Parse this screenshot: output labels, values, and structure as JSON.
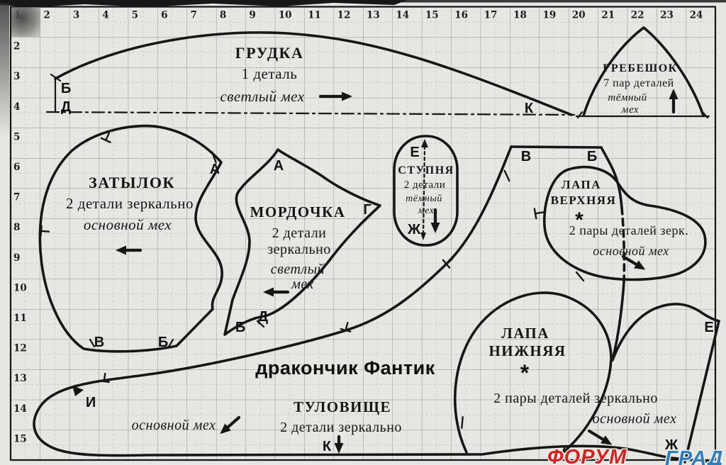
{
  "colors": {
    "ink": "#161615",
    "paper": "#e7e6e2",
    "grid_major": "#8f8f8c",
    "grid_minor": "#c6c5c1",
    "watermark_red": "#d92020",
    "watermark_blue": "#2e7fc1"
  },
  "paper": {
    "column_numbers": [
      "1",
      "2",
      "3",
      "4",
      "5",
      "6",
      "7",
      "8",
      "9",
      "10",
      "11",
      "12",
      "13",
      "14",
      "15",
      "16",
      "17",
      "18",
      "19",
      "20",
      "21",
      "22",
      "23",
      "24"
    ],
    "row_numbers": [
      "1",
      "2",
      "3",
      "4",
      "5",
      "6",
      "7",
      "8",
      "9",
      "10",
      "11",
      "12",
      "13",
      "14",
      "15"
    ]
  },
  "title": "дракончик Фантик",
  "watermark": {
    "word1": "ФОРУМ",
    "word2": "ГРАД"
  },
  "pieces": {
    "grudka": {
      "name": "ГРУДКА",
      "quantity": "1 деталь",
      "fur": "светлый мех"
    },
    "grebeshok": {
      "name": "ГРЕБЕШОК",
      "quantity": "7 пар деталей",
      "fur_line1": "тёмный",
      "fur_line2": "мех"
    },
    "zatylok": {
      "name": "ЗАТЫЛОК",
      "quantity": "2 детали  зеркально",
      "fur": "основной мех"
    },
    "mordochka": {
      "name": "МОРДОЧКА",
      "quantity_line1": "2 детали",
      "quantity_line2": "зеркально",
      "fur_line1": "светлый",
      "fur_line2": "мех"
    },
    "stupnya": {
      "name": "СТУПНЯ",
      "quantity": "2 детали",
      "fur_line1": "тёмный",
      "fur_line2": "мех"
    },
    "lapa_verhnyaya": {
      "name_line1": "ЛАПА",
      "name_line2": "ВЕРХНЯЯ",
      "mark": "*",
      "quantity": "2 пары деталей зерк.",
      "fur": "основной мех"
    },
    "lapa_nizhnyaya": {
      "name_line1": "ЛАПА",
      "name_line2": "НИЖНЯЯ",
      "mark": "*",
      "quantity": "2 пары деталей зеркально",
      "fur": "основной мех"
    },
    "tulovishche": {
      "name": "ТУЛОВИЩЕ",
      "quantity": "2 детали  зеркально",
      "fur": "основной мех"
    }
  },
  "markers": {
    "grudka_b": "Б",
    "grudka_d": "Д",
    "grudka_k": "К",
    "zatylok_a": "А",
    "zatylok_v": "В",
    "zatylok_b": "Б",
    "mordochka_a": "А",
    "mordochka_g": "Г",
    "mordochka_b": "Б",
    "mordochka_d": "Д",
    "stupnya_e": "Е",
    "stupnya_zh": "Ж",
    "neck_v": "В",
    "neck_b": "Б",
    "tail_e": "Е",
    "tail_zh": "Ж",
    "body_i": "И",
    "body_k": "К"
  }
}
